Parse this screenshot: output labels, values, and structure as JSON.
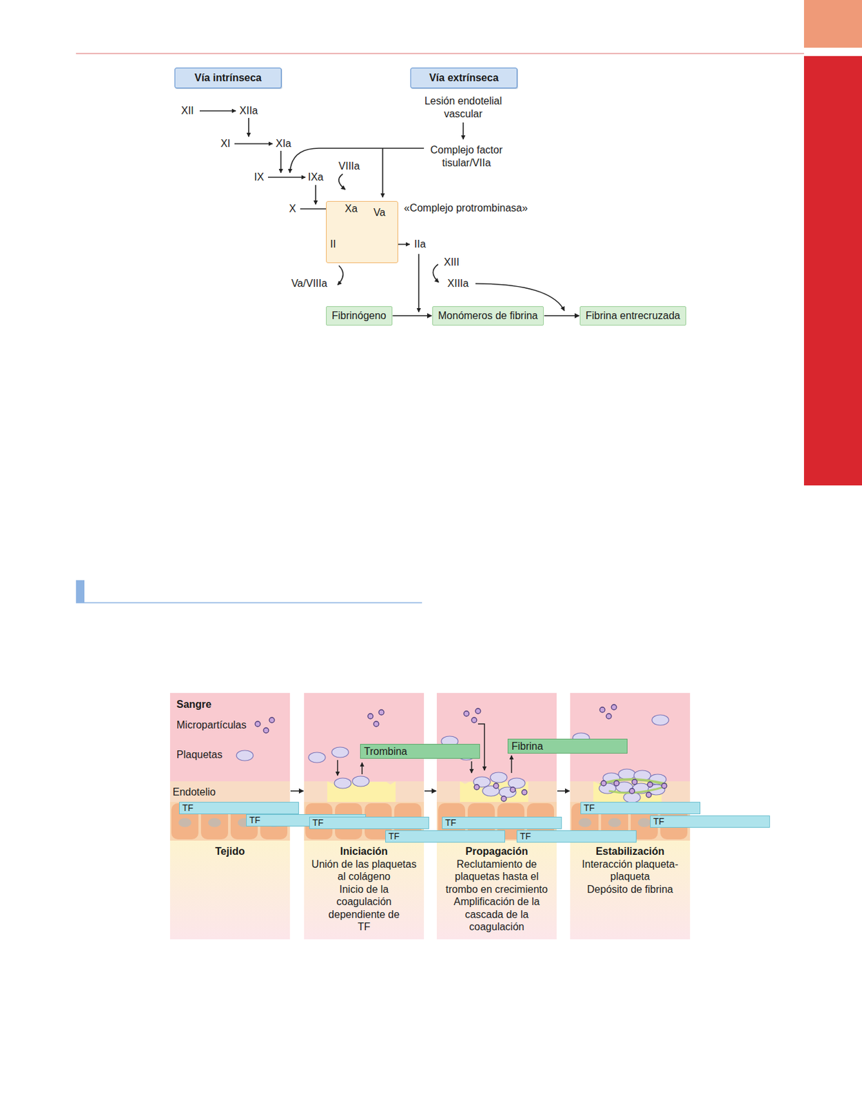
{
  "diagram": {
    "nodes": [
      {
        "text": [
          "Vía intrínseca"
        ]
      },
      {
        "text": [
          "Vía extrínseca"
        ]
      },
      {
        "text": [
          "«Complejo protrombinasa»"
        ]
      },
      {
        "text": [
          "Fibrinógeno"
        ]
      },
      {
        "text": [
          "Monómeros de fibrina"
        ]
      },
      {
        "text": [
          "Fibrina entrecruzada"
        ]
      },
      {
        "text": [
          "Sangre",
          "Micropartículas",
          "Plaquetas",
          "Endotelio",
          "Tejido"
        ]
      },
      {
        "text": [
          "TF"
        ],
        "in": 6
      },
      {
        "text": [
          "TF"
        ],
        "in": 6
      },
      {
        "text": [
          "Iniciación",
          "Unión de las plaquetas al colágeno",
          "Inicio de la coagulación dependiente de TF"
        ]
      },
      {
        "text": [
          "Trombina"
        ],
        "in": 9
      },
      {
        "text": [
          "TF"
        ],
        "in": 9
      },
      {
        "text": [
          "TF"
        ],
        "in": 9
      },
      {
        "text": [
          "Propagación",
          "Reclutamiento de plaquetas hasta el trombo en crecimiento",
          "Amplificación de la cascada de la coagulación"
        ]
      },
      {
        "text": [
          "Fibrina"
        ],
        "in": 13
      },
      {
        "text": [
          "TF"
        ],
        "in": 13
      },
      {
        "text": [
          "TF"
        ],
        "in": 13
      },
      {
        "text": [
          "Estabilización",
          "Interacción plaqueta-plaqueta",
          "Depósito de fibrina"
        ]
      },
      {
        "text": [
          "TF"
        ],
        "in": 17
      },
      {
        "text": [
          "TF"
        ],
        "in": 17
      }
    ],
    "edges": [
      {
        "from": 3,
        "to": 4,
        "arrow": "to"
      },
      {
        "from": 4,
        "to": 5,
        "arrow": "to"
      },
      {
        "from": 6,
        "to": 9,
        "arrow": "to"
      },
      {
        "from": 9,
        "to": 13,
        "arrow": "to"
      },
      {
        "from": 13,
        "to": 17,
        "arrow": "to"
      }
    ],
    "labels": [
      "XII",
      "XIIa",
      "Lesión endotelial vascular",
      "XI",
      "XIa",
      "Complejo factor tisular/VIIa",
      "VIIIa",
      "IX",
      "IXa",
      "X",
      "Xa",
      "Va",
      "II",
      "IIa",
      "XIII",
      "Va/VIIIa",
      "XIIIa"
    ]
  }
}
